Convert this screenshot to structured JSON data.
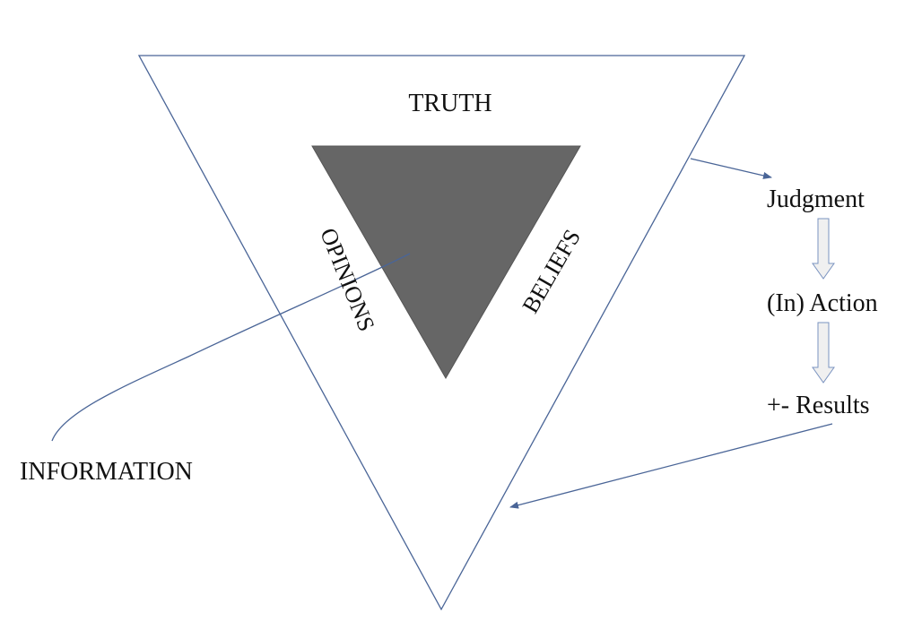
{
  "labels": {
    "truth": "TRUTH",
    "opinions": "OPINIONS",
    "beliefs": "BELIEFS",
    "information": "INFORMATION",
    "judgment": "Judgment",
    "action": "(In) Action",
    "results": "+- Results"
  },
  "colors": {
    "outline": "#4a6597",
    "inner_fill": "#666666",
    "arrow_fill": "#f0f0f0",
    "arrow_stroke": "#7a93c0",
    "text": "#111111"
  }
}
